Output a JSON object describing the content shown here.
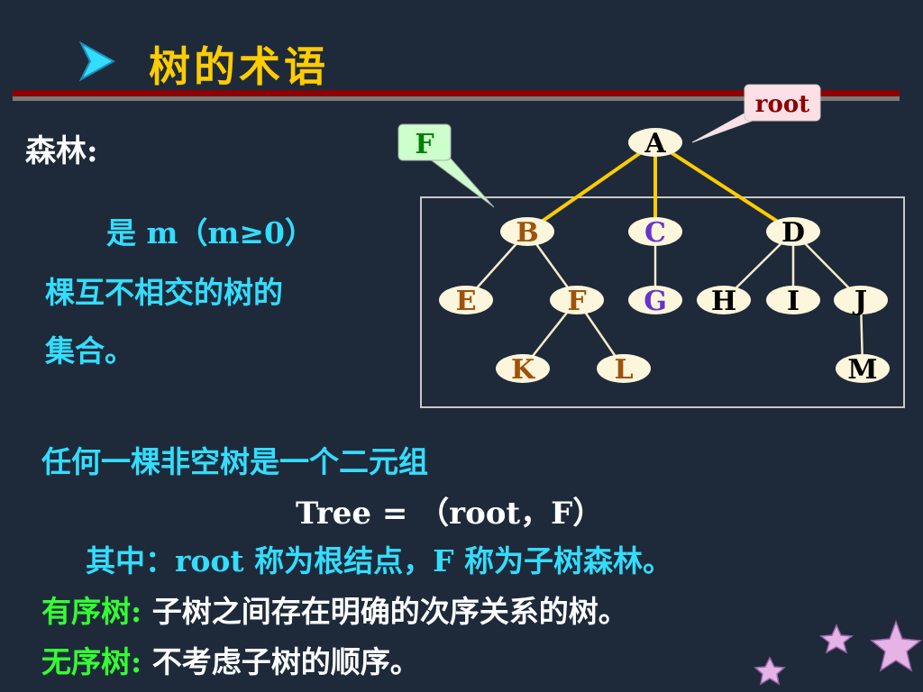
{
  "slide": {
    "title": "树的术语",
    "forest_label": "森林:",
    "definition": {
      "line1": "是 m（m≥0）",
      "line2": "棵互不相交的树的",
      "line3": "集合。"
    },
    "any_tree_line": "任何一棵非空树是一个二元组",
    "tree_formula": "Tree = （root，F）",
    "where_line": "其中：root 称为根结点，F 称为子树森林。",
    "ordered_term": "有序树:",
    "ordered_desc": "子树之间存在明确的次序关系的树。",
    "unordered_term": "无序树:",
    "unordered_desc": "不考虑子树的顺序。"
  },
  "diagram": {
    "callouts": {
      "root": "root",
      "F": "F"
    },
    "nodes": [
      {
        "id": "A",
        "label": "A",
        "color": "#000000"
      },
      {
        "id": "B",
        "label": "B",
        "color": "#a0520a"
      },
      {
        "id": "C",
        "label": "C",
        "color": "#6633cc"
      },
      {
        "id": "D",
        "label": "D",
        "color": "#000000"
      },
      {
        "id": "E",
        "label": "E",
        "color": "#a0520a"
      },
      {
        "id": "F",
        "label": "F",
        "color": "#a0520a"
      },
      {
        "id": "G",
        "label": "G",
        "color": "#6633cc"
      },
      {
        "id": "H",
        "label": "H",
        "color": "#000000"
      },
      {
        "id": "I",
        "label": "I",
        "color": "#000000"
      },
      {
        "id": "J",
        "label": "J",
        "color": "#000000"
      },
      {
        "id": "K",
        "label": "K",
        "color": "#a0520a"
      },
      {
        "id": "L",
        "label": "L",
        "color": "#a0520a"
      },
      {
        "id": "M",
        "label": "M",
        "color": "#000000"
      }
    ],
    "edges": [
      [
        "A",
        "B"
      ],
      [
        "A",
        "C"
      ],
      [
        "A",
        "D"
      ],
      [
        "B",
        "E"
      ],
      [
        "B",
        "F"
      ],
      [
        "C",
        "G"
      ],
      [
        "D",
        "H"
      ],
      [
        "D",
        "I"
      ],
      [
        "D",
        "J"
      ],
      [
        "F",
        "K"
      ],
      [
        "F",
        "L"
      ],
      [
        "J",
        "M"
      ]
    ],
    "root_edges_color": "#ffcc00",
    "subtree_edges_color": "#f5ecc8"
  },
  "colors": {
    "background": "#1e2a3a",
    "title": "#ffcc00",
    "cyan_text": "#33ddff",
    "green_text": "#33ff33",
    "node_fill": "#fbf6dc"
  }
}
